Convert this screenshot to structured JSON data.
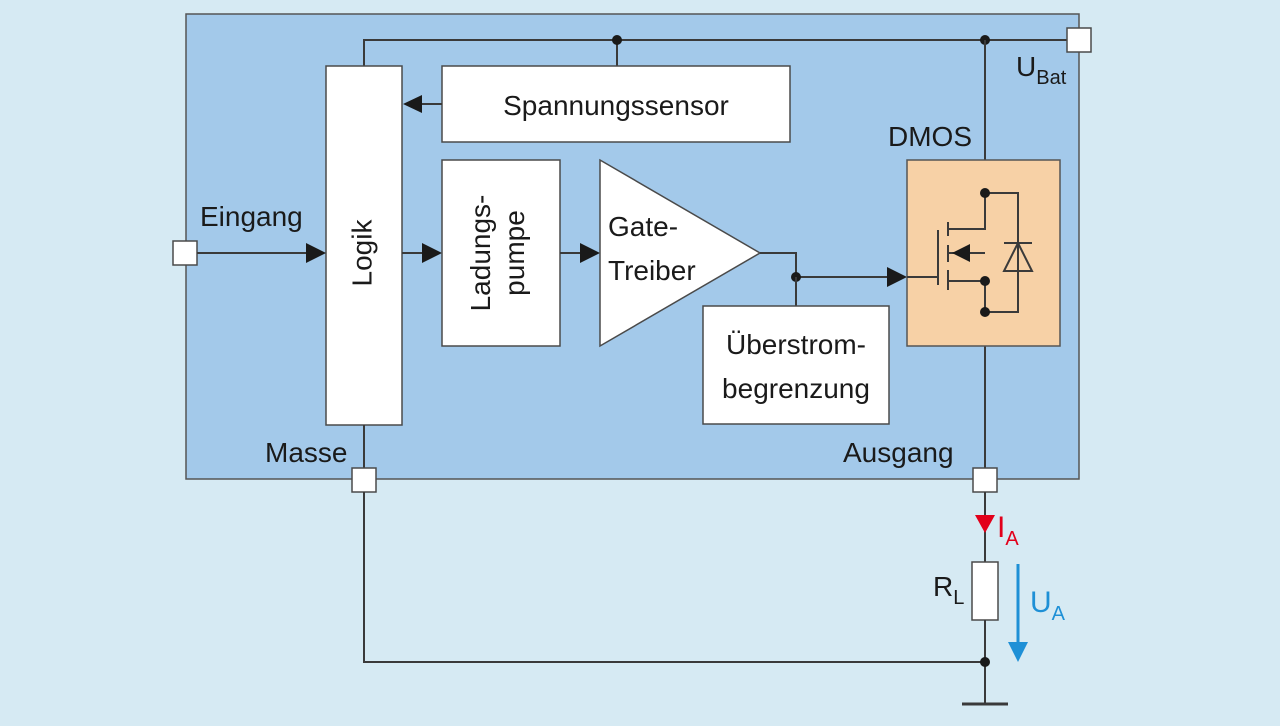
{
  "labels": {
    "u_bat_main": "U",
    "u_bat_sub": "Bat",
    "spannungssensor": "Spannungssensor",
    "dmos": "DMOS",
    "eingang": "Eingang",
    "logik": "Logik",
    "ladungspumpe_line1": "Ladungs-",
    "ladungspumpe_line2": "pumpe",
    "gate_line1": "Gate-",
    "gate_line2": "Treiber",
    "ueberstrom_line1": "Überstrom-",
    "ueberstrom_line2": "begrenzung",
    "masse": "Masse",
    "ausgang": "Ausgang",
    "i_a_main": "I",
    "i_a_sub": "A",
    "r_l_main": "R",
    "r_l_sub": "L",
    "u_a_main": "U",
    "u_a_sub": "A"
  },
  "colors": {
    "background": "#d6eaf3",
    "chip": "#a3c9ea",
    "dmos_fill": "#f7d1a6",
    "current_arrow": "#e2001a",
    "voltage_arrow": "#1e90d6"
  }
}
